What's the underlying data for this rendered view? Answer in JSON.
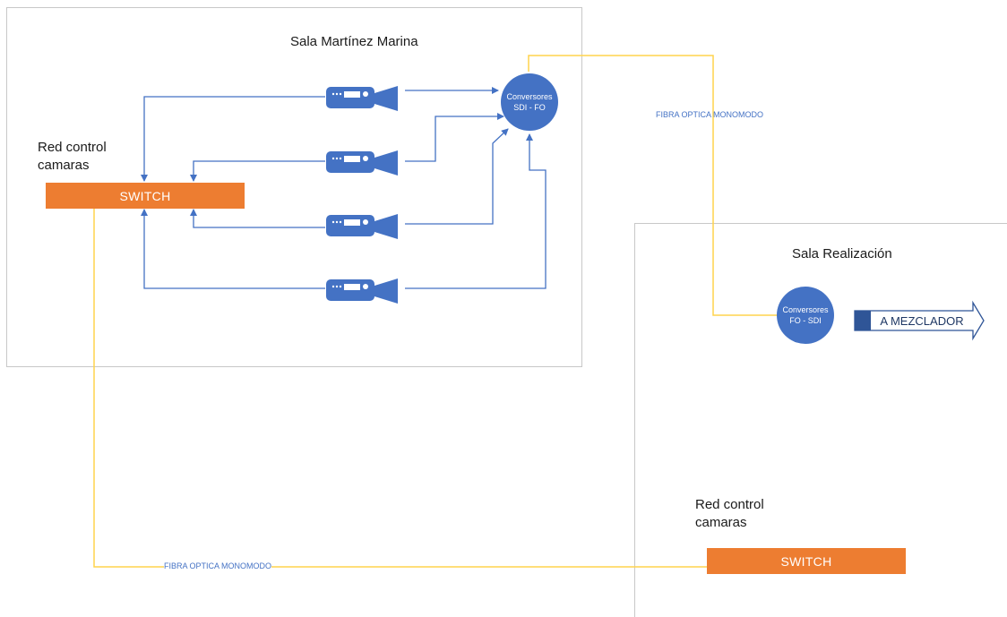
{
  "rooms": {
    "left": {
      "title": "Sala Martínez Marina"
    },
    "right": {
      "title": "Sala Realización"
    }
  },
  "left_network": {
    "label_line1": "Red control",
    "label_line2": "camaras",
    "switch_label": "SWITCH"
  },
  "right_network": {
    "label_line1": "Red control",
    "label_line2": "camaras",
    "switch_label": "SWITCH"
  },
  "converters": {
    "sdi_fo": {
      "line1": "Conversores",
      "line2": "SDI - FO"
    },
    "fo_sdi": {
      "line1": "Conversores",
      "line2": "FO - SDI"
    }
  },
  "fiber_labels": {
    "top": "FIBRA OPTICA MONOMODO",
    "bottom": "FIBRA OPTICA MONOMODO"
  },
  "output_arrow": {
    "label": "A MEZCLADOR"
  },
  "cameras": {
    "count_label": "",
    "icon": "camera-icon"
  },
  "colors": {
    "blue": "#4472c4",
    "orange": "#ed7d31",
    "fiber": "#ffd34d",
    "border": "#c8c8c8",
    "dark_blue": "#2f5597"
  }
}
